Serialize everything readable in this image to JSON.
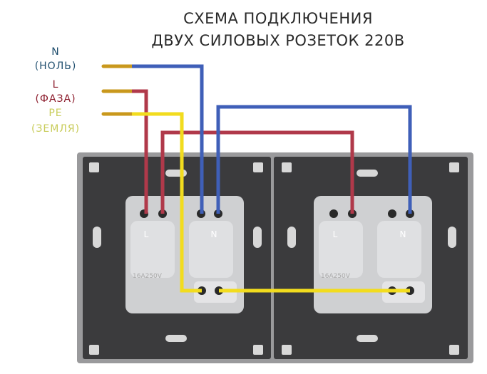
{
  "title": {
    "line1": "СХЕМА ПОДКЛЮЧЕНИЯ",
    "line2": "ДВУХ СИЛОВЫХ РОЗЕТОК 220В"
  },
  "legend": [
    {
      "code": "N",
      "name": "(НОЛЬ)",
      "color": "#1f4e6e"
    },
    {
      "code": "L",
      "name": "(ФАЗА)",
      "color": "#8b1a2a"
    },
    {
      "code": "PE",
      "name": "(ЗЕМЛЯ)",
      "color": "#c8cc5a"
    }
  ],
  "wire_colors": {
    "neutral": "#3f5fb8",
    "phase": "#b0394a",
    "earth": "#f2dc1e"
  },
  "sockets": [
    {
      "terminal_l": "L",
      "terminal_n": "N",
      "rating": "16A250V"
    },
    {
      "terminal_l": "L",
      "terminal_n": "N",
      "rating": "16A250V"
    }
  ]
}
